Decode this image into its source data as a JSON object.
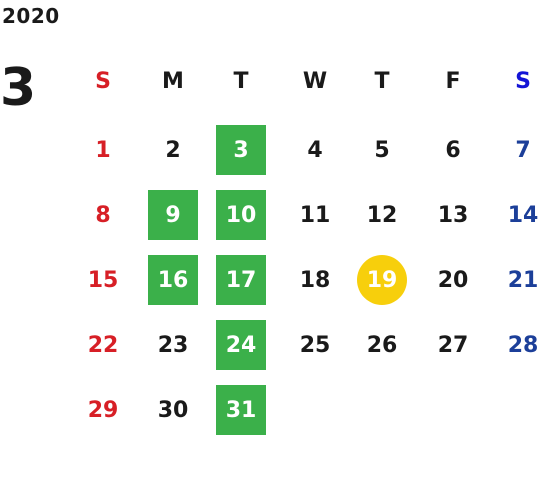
{
  "year": "2020",
  "month": "3",
  "weekdays": [
    "S",
    "M",
    "T",
    "W",
    "T",
    "F",
    "S"
  ],
  "colors": {
    "sunday": "#d71f26",
    "saturday": "#1c3f99",
    "highlight": "#3bb04a",
    "today": "#f7cf0c"
  },
  "weeks": [
    [
      {
        "day": "1"
      },
      {
        "day": "2"
      },
      {
        "day": "3",
        "highlight": true
      },
      {
        "day": "4"
      },
      {
        "day": "5"
      },
      {
        "day": "6"
      },
      {
        "day": "7"
      }
    ],
    [
      {
        "day": "8"
      },
      {
        "day": "9",
        "highlight": true
      },
      {
        "day": "10",
        "highlight": true
      },
      {
        "day": "11"
      },
      {
        "day": "12"
      },
      {
        "day": "13"
      },
      {
        "day": "14"
      }
    ],
    [
      {
        "day": "15"
      },
      {
        "day": "16",
        "highlight": true
      },
      {
        "day": "17",
        "highlight": true
      },
      {
        "day": "18"
      },
      {
        "day": "19",
        "today": true
      },
      {
        "day": "20"
      },
      {
        "day": "21"
      }
    ],
    [
      {
        "day": "22"
      },
      {
        "day": "23"
      },
      {
        "day": "24",
        "highlight": true
      },
      {
        "day": "25"
      },
      {
        "day": "26"
      },
      {
        "day": "27"
      },
      {
        "day": "28"
      }
    ],
    [
      {
        "day": "29"
      },
      {
        "day": "30"
      },
      {
        "day": "31",
        "highlight": true
      },
      null,
      null,
      null,
      null
    ]
  ]
}
